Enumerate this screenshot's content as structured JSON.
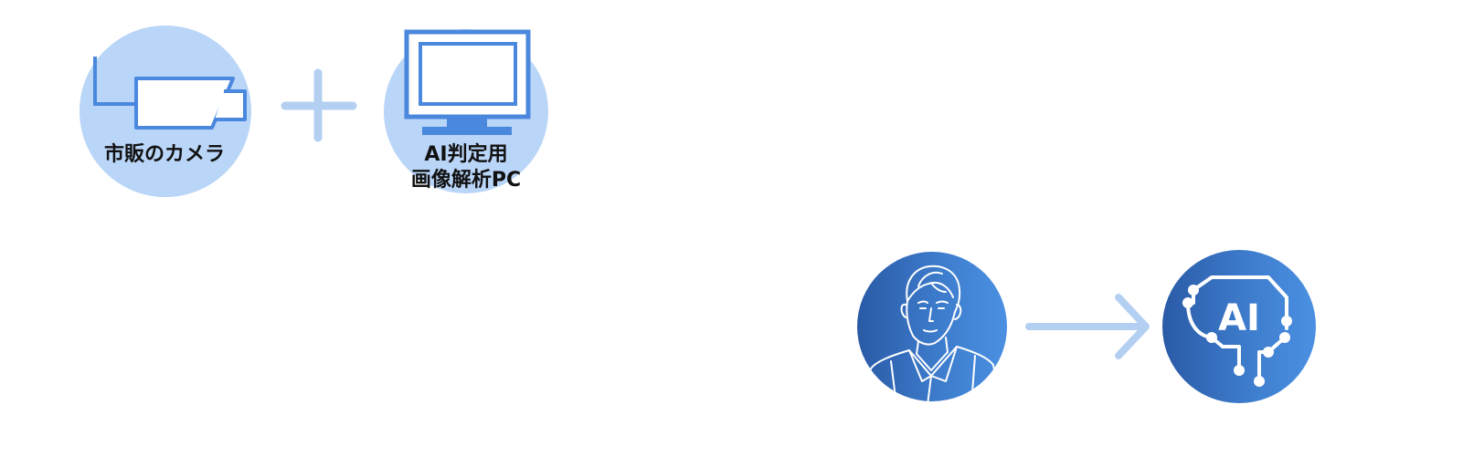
{
  "camera": {
    "label": "市販のカメラ",
    "icon": "camera-icon"
  },
  "plus": {
    "icon": "plus-icon"
  },
  "pc": {
    "label_line1": "AI判定用",
    "label_line2": "画像解析PC",
    "icon": "monitor-icon"
  },
  "person": {
    "icon": "person-icon"
  },
  "arrow": {
    "icon": "arrow-right-icon"
  },
  "ai": {
    "badge_text": "AI",
    "icon": "ai-circuit-icon"
  },
  "colors": {
    "light_circle": "#b9d5f7",
    "icon_blue": "#4a88de",
    "connector": "#b3cff1",
    "dark_blue": "#2f62b0",
    "bright_blue": "#4b90e2",
    "text": "#111111"
  }
}
